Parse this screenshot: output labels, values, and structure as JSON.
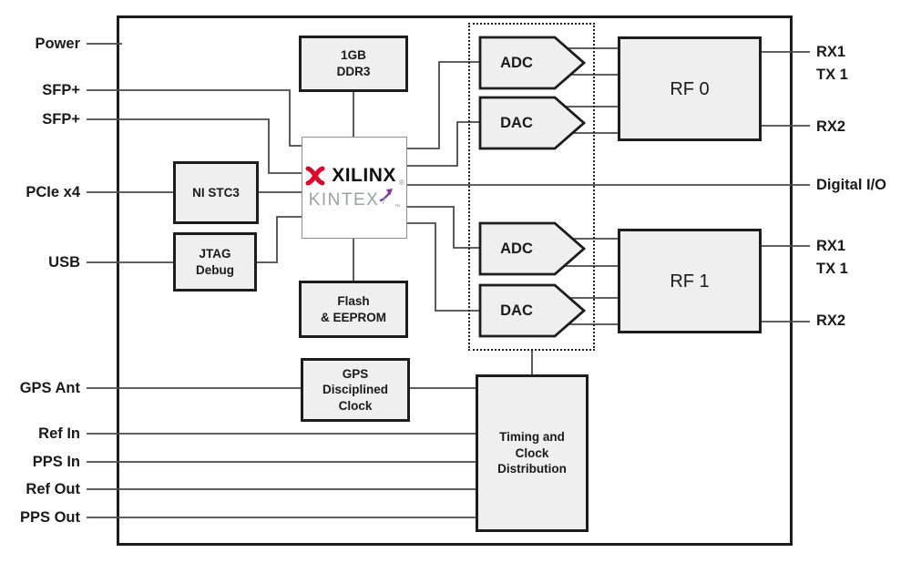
{
  "left_ports": [
    "Power",
    "SFP+",
    "SFP+",
    "PCIe x4",
    "USB",
    "GPS Ant",
    "Ref In",
    "PPS In",
    "Ref Out",
    "PPS Out"
  ],
  "right_ports": [
    "RX1",
    "TX 1",
    "RX2",
    "Digital I/O",
    "RX1",
    "TX 1",
    "RX2"
  ],
  "blocks": {
    "ddr3": "1GB\nDDR3",
    "ni_stc3": "NI STC3",
    "jtag": "JTAG\nDebug",
    "flash": "Flash\n& EEPROM",
    "gps_clock": "GPS\nDisciplined\nClock",
    "timing": "Timing and\nClock\nDistribution",
    "adc": "ADC",
    "dac": "DAC",
    "rf0": "RF 0",
    "rf1": "RF 1"
  },
  "fpga": {
    "brand": "XILINX",
    "registered": "®",
    "family": "KINTEX",
    "generation": "7",
    "trademark": "™"
  },
  "colors": {
    "xilinx_red": "#c8102e",
    "xilinx_red_light": "#e4002b",
    "kintex_purple": "#7d3f98",
    "kintex_gray": "#9aa0a4",
    "block_fill": "#efefef",
    "block_border": "#1d1d1d",
    "wire": "#4a4a4a"
  }
}
